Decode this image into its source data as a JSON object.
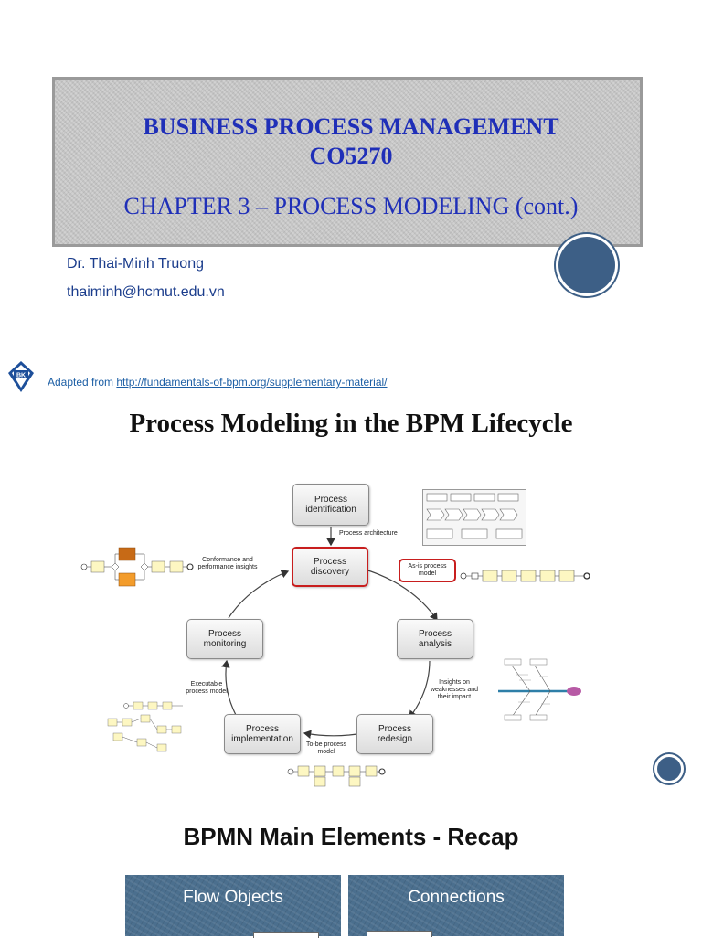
{
  "slide1": {
    "title_line1": "BUSINESS PROCESS MANAGEMENT",
    "title_line2": "CO5270",
    "chapter": "CHAPTER 3 – PROCESS MODELING (cont.)",
    "author": "Dr. Thai-Minh Truong",
    "email": "thaiminh@hcmut.edu.vn"
  },
  "slide2": {
    "logo_text": "BK",
    "adapted_prefix": "Adapted from ",
    "adapted_link": "http://fundamentals-of-bpm.org/supplementary-material/",
    "title": "Process Modeling in the BPM Lifecycle",
    "lifecycle": {
      "identification": "Process identification",
      "discovery": "Process discovery",
      "analysis": "Process analysis",
      "redesign": "Process redesign",
      "implementation": "Process implementation",
      "monitoring": "Process monitoring",
      "label_architecture": "Process architecture",
      "label_asis": "As-is process model",
      "label_insights": "Insights on weaknesses and their impact",
      "label_tobe": "To-be process model",
      "label_executable": "Executable process model",
      "label_conformance": "Conformance and performance insights"
    },
    "accent_color": "#c81e1e"
  },
  "slide3": {
    "title": "BPMN Main Elements - Recap",
    "tiles": [
      "Flow Objects",
      "Connections"
    ]
  },
  "colors": {
    "title_blue": "#1f2fb8",
    "author_blue": "#1b3d8c",
    "circle_blue": "#3d5f86",
    "tile_blue": "#4b6f8e"
  }
}
